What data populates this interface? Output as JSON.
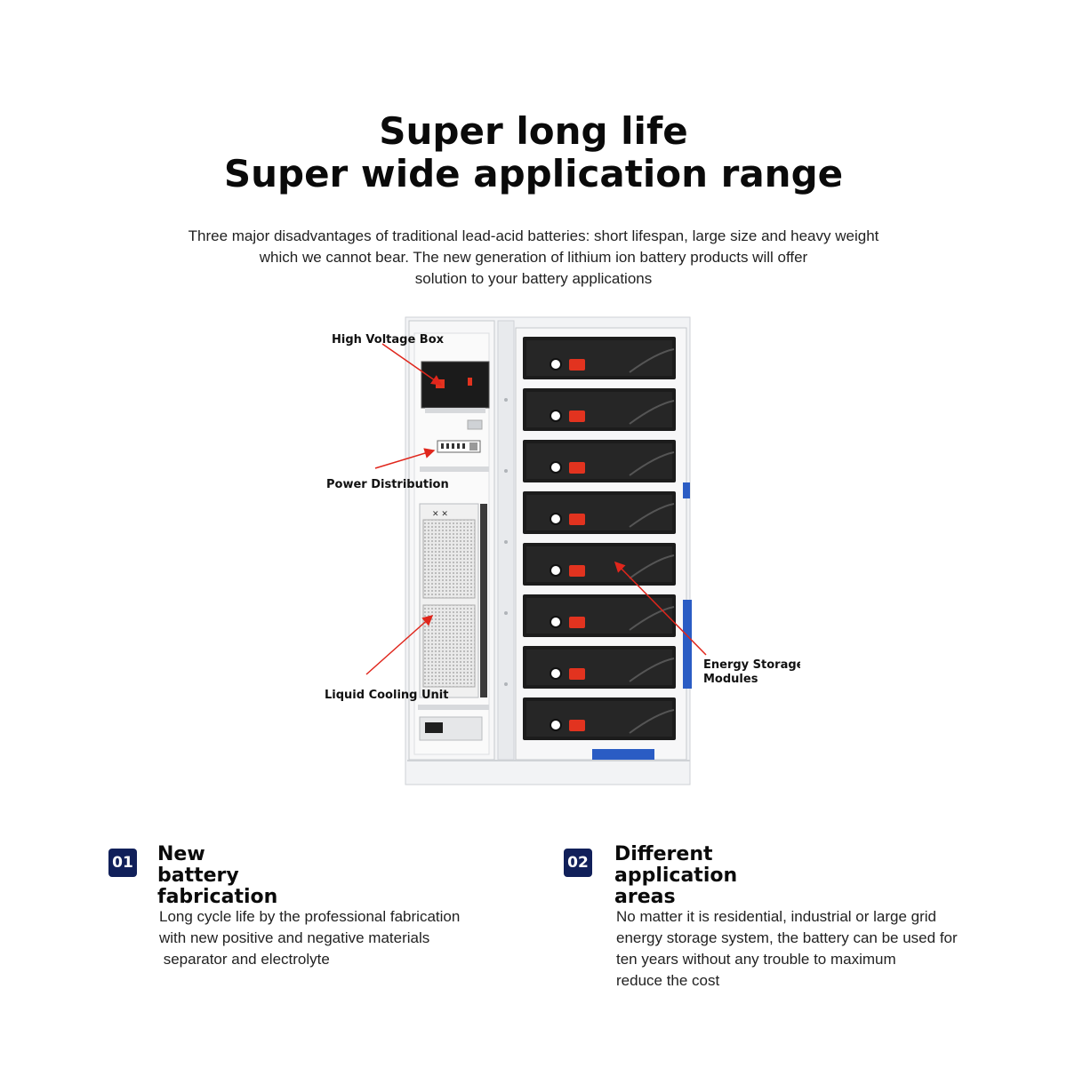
{
  "header": {
    "title_line1": "Super long life",
    "title_line2": "Super wide application range"
  },
  "intro": {
    "lines": [
      "Three major disadvantages of traditional lead-acid batteries: short lifespan, large size and heavy weight",
      "which we cannot bear. The new generation of lithium ion battery products will offer",
      "solution to your battery applications"
    ]
  },
  "diagram": {
    "labels": {
      "high_voltage_box": "High Voltage Box",
      "power_distribution": "Power Distribution",
      "liquid_cooling_unit": "Liquid Cooling Unit",
      "energy_storage_line1": "Energy Storage",
      "energy_storage_line2": "Modules"
    },
    "module_count": 8,
    "colors": {
      "arrow": "#e0261c",
      "module_body": "#1c1c1c",
      "module_button": "#e2331f",
      "cabinet": "#eef0f3",
      "accent_blue": "#2a5cc4"
    }
  },
  "features": [
    {
      "number": "01",
      "title_lines": [
        "New battery",
        "fabrication"
      ],
      "desc_lines": [
        "Long cycle life by the professional fabrication",
        "with new positive and negative materials",
        " separator and electrolyte"
      ]
    },
    {
      "number": "02",
      "title_lines": [
        "Different",
        "application areas"
      ],
      "desc_lines": [
        "No matter it is residential, industrial or large grid",
        "energy storage system, the battery can be used for",
        "ten years without any trouble to maximum",
        "reduce the cost"
      ]
    }
  ],
  "theme": {
    "badge_color": "#11205a"
  }
}
